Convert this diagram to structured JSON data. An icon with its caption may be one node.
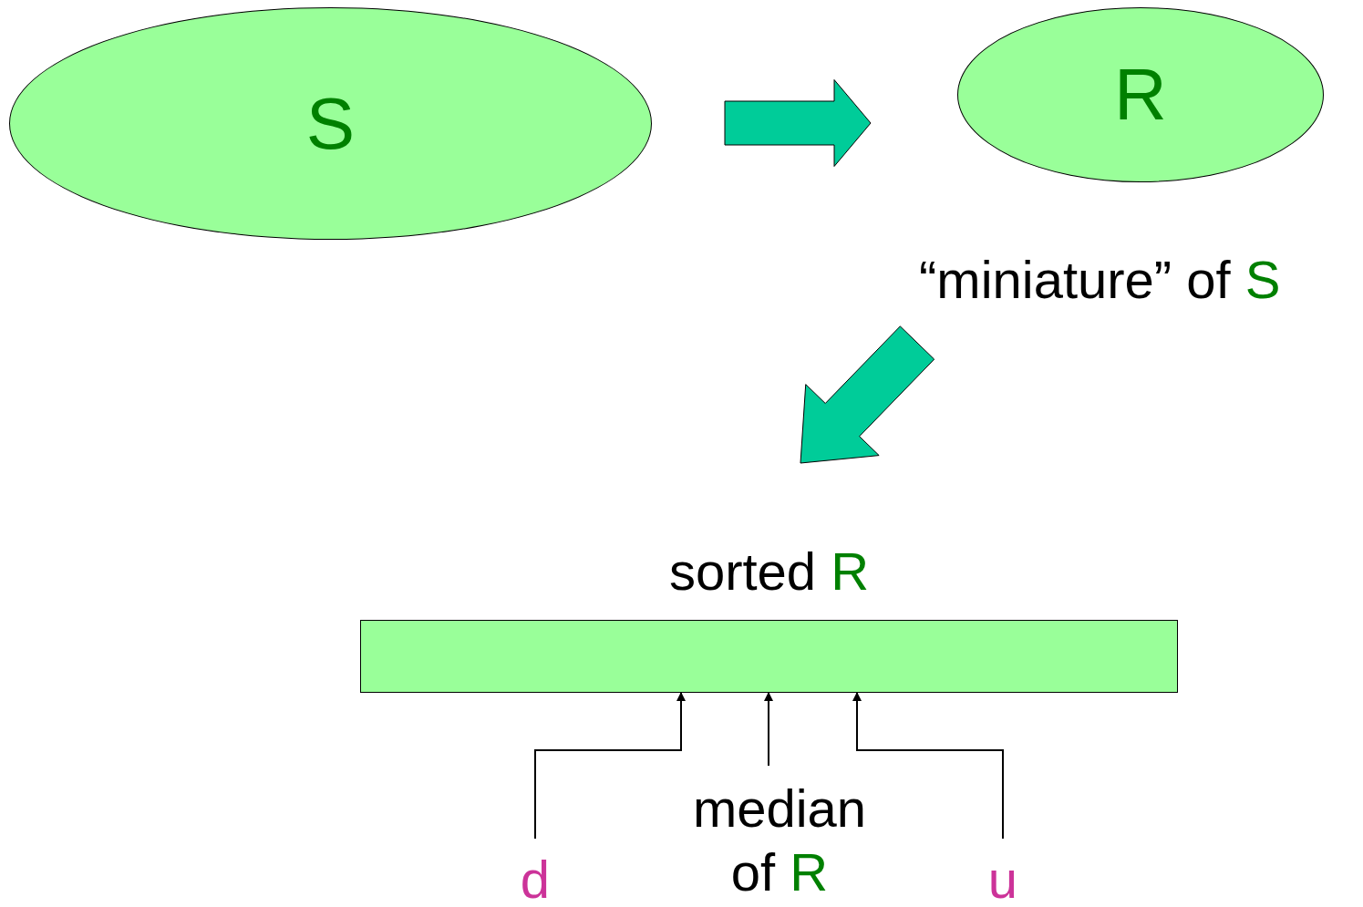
{
  "diagram": {
    "nodes": [
      {
        "text": [
          "S"
        ]
      },
      {
        "text": [
          "R"
        ],
        "beside": [
          "“miniature” of",
          "S"
        ]
      },
      {
        "text": [
          "sorted",
          "R"
        ]
      },
      {
        "text": [
          "median",
          "of",
          "R"
        ]
      },
      {
        "text": [
          "d"
        ]
      },
      {
        "text": [
          "u"
        ]
      }
    ],
    "edges": [
      {
        "from": 0,
        "to": 1,
        "arrow": "to",
        "style": "thick",
        "color": "#00cc99"
      },
      {
        "from": 1,
        "to": 2,
        "arrow": "to",
        "style": "thick",
        "color": "#00cc99"
      },
      {
        "from": 4,
        "to": 2,
        "arrow": "to"
      },
      {
        "from": 3,
        "to": 2,
        "arrow": "to"
      },
      {
        "from": 5,
        "to": 2,
        "arrow": "to"
      }
    ]
  }
}
